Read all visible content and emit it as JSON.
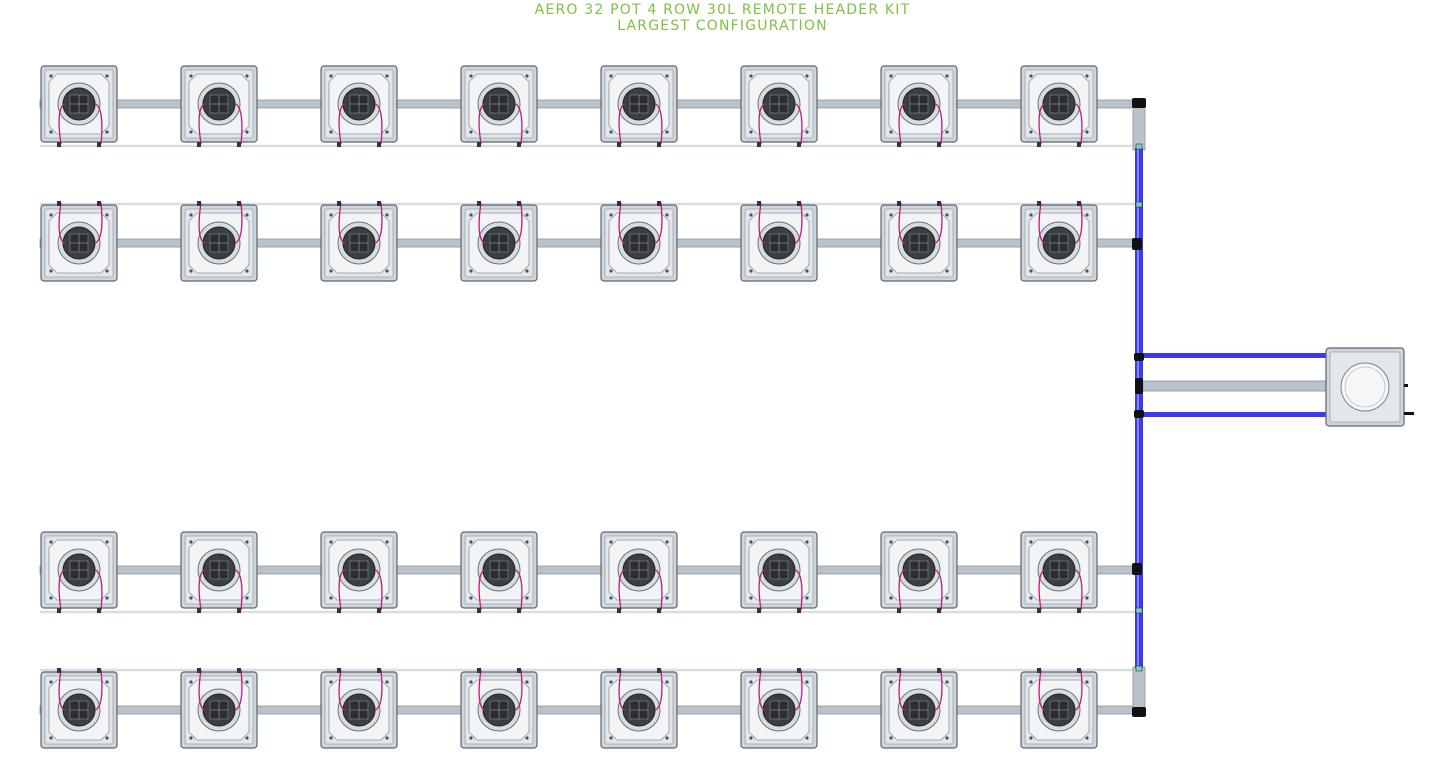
{
  "title": {
    "line1": "AERO 32 POT 4 ROW 30L REMOTE HEADER KIT",
    "line2": "LARGEST CONFIGURATION"
  },
  "layout": {
    "rows": 4,
    "pots_per_row": 8,
    "reservoir_count": 1
  },
  "colors": {
    "title": "#7dc242",
    "pipe": "#b8c3cc",
    "blue_line": "#3a3af0",
    "drip_line": "#c2187a",
    "pot_fill": "#e3e7eb",
    "pot_border": "#5b6670",
    "pot_center": "#3b3f44",
    "fitting": "#111111"
  }
}
